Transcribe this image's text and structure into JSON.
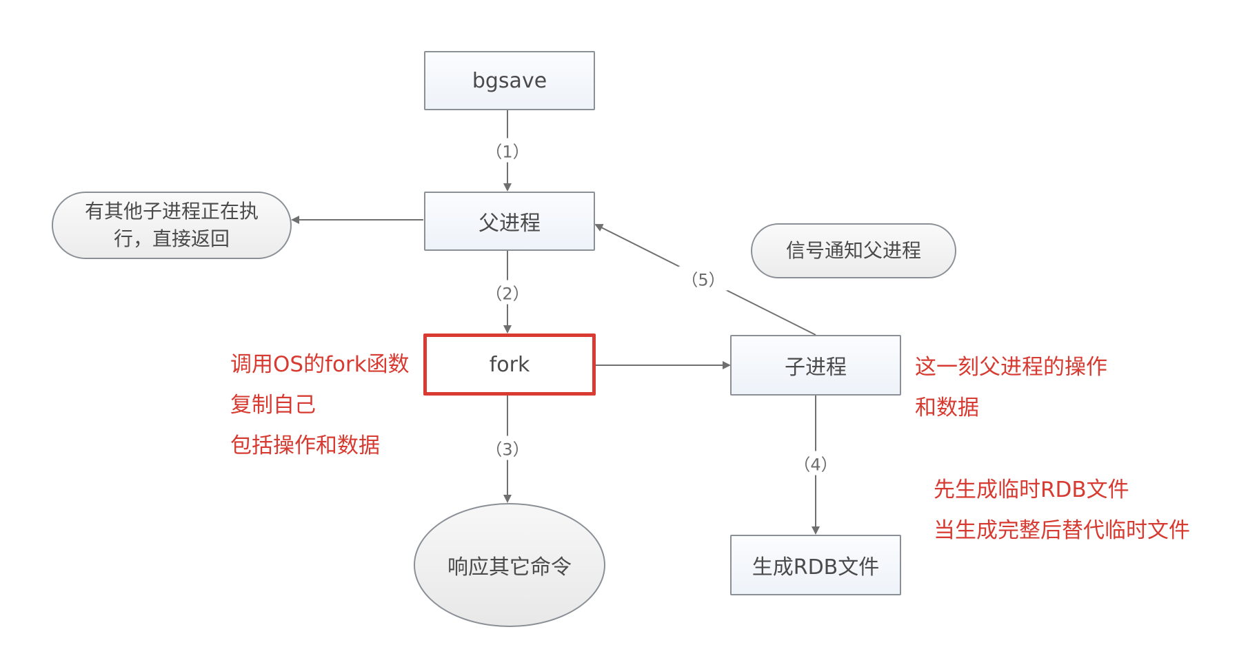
{
  "nodes": {
    "bgsave": "bgsave",
    "parent": "父进程",
    "busy_line1": "有其他子进程正在执",
    "busy_line2": "行，直接返回",
    "fork": "fork",
    "child": "子进程",
    "signal": "信号通知父进程",
    "respond": "响应其它命令",
    "generate": "生成RDB文件"
  },
  "steps": {
    "s1": "（1）",
    "s2": "（2）",
    "s3": "（3）",
    "s4": "（4）",
    "s5": "（5）"
  },
  "annotations": {
    "fork_note": [
      "调用OS的fork函数",
      "复制自己",
      "包括操作和数据"
    ],
    "child_note": [
      "这一刻父进程的操作",
      "和数据"
    ],
    "rdb_note": [
      "先生成临时RDB文件",
      "当生成完整后替代临时文件"
    ]
  },
  "colors": {
    "annotation": "#d63a30",
    "highlight_border": "#d93a32",
    "line": "#6f6f6f"
  }
}
